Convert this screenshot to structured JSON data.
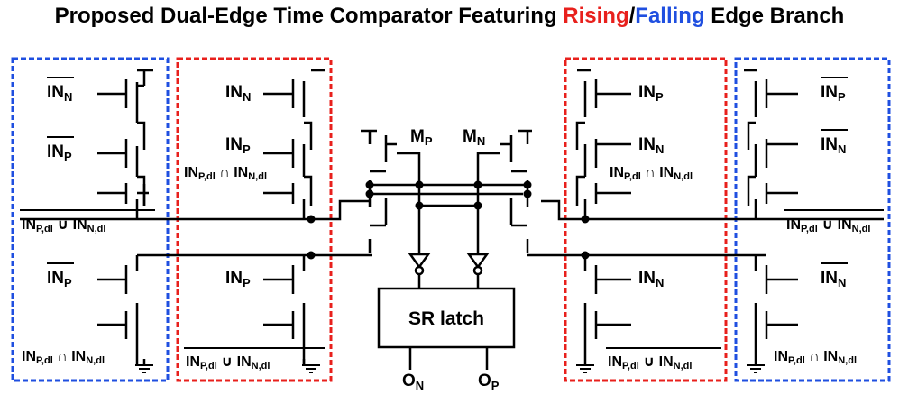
{
  "title": {
    "prefix": "Proposed Dual-Edge Time Comparator Featuring ",
    "rising": "Rising",
    "slash": "/",
    "falling": "Falling",
    "suffix": " Edge Branch"
  },
  "colors": {
    "rising": "#e8201c",
    "falling": "#1f4fe0",
    "wire": "#000000"
  },
  "labels": {
    "in_n": "IN",
    "in_p": "IN",
    "sub_n": "N",
    "sub_p": "P",
    "sub_pdl": "P,dl",
    "sub_ndl": "N,dl",
    "and_op": " ∩ ",
    "or_op": " ∪ ",
    "mp": "M",
    "mn": "M",
    "latch": "SR latch",
    "on": "O",
    "op": "O"
  }
}
